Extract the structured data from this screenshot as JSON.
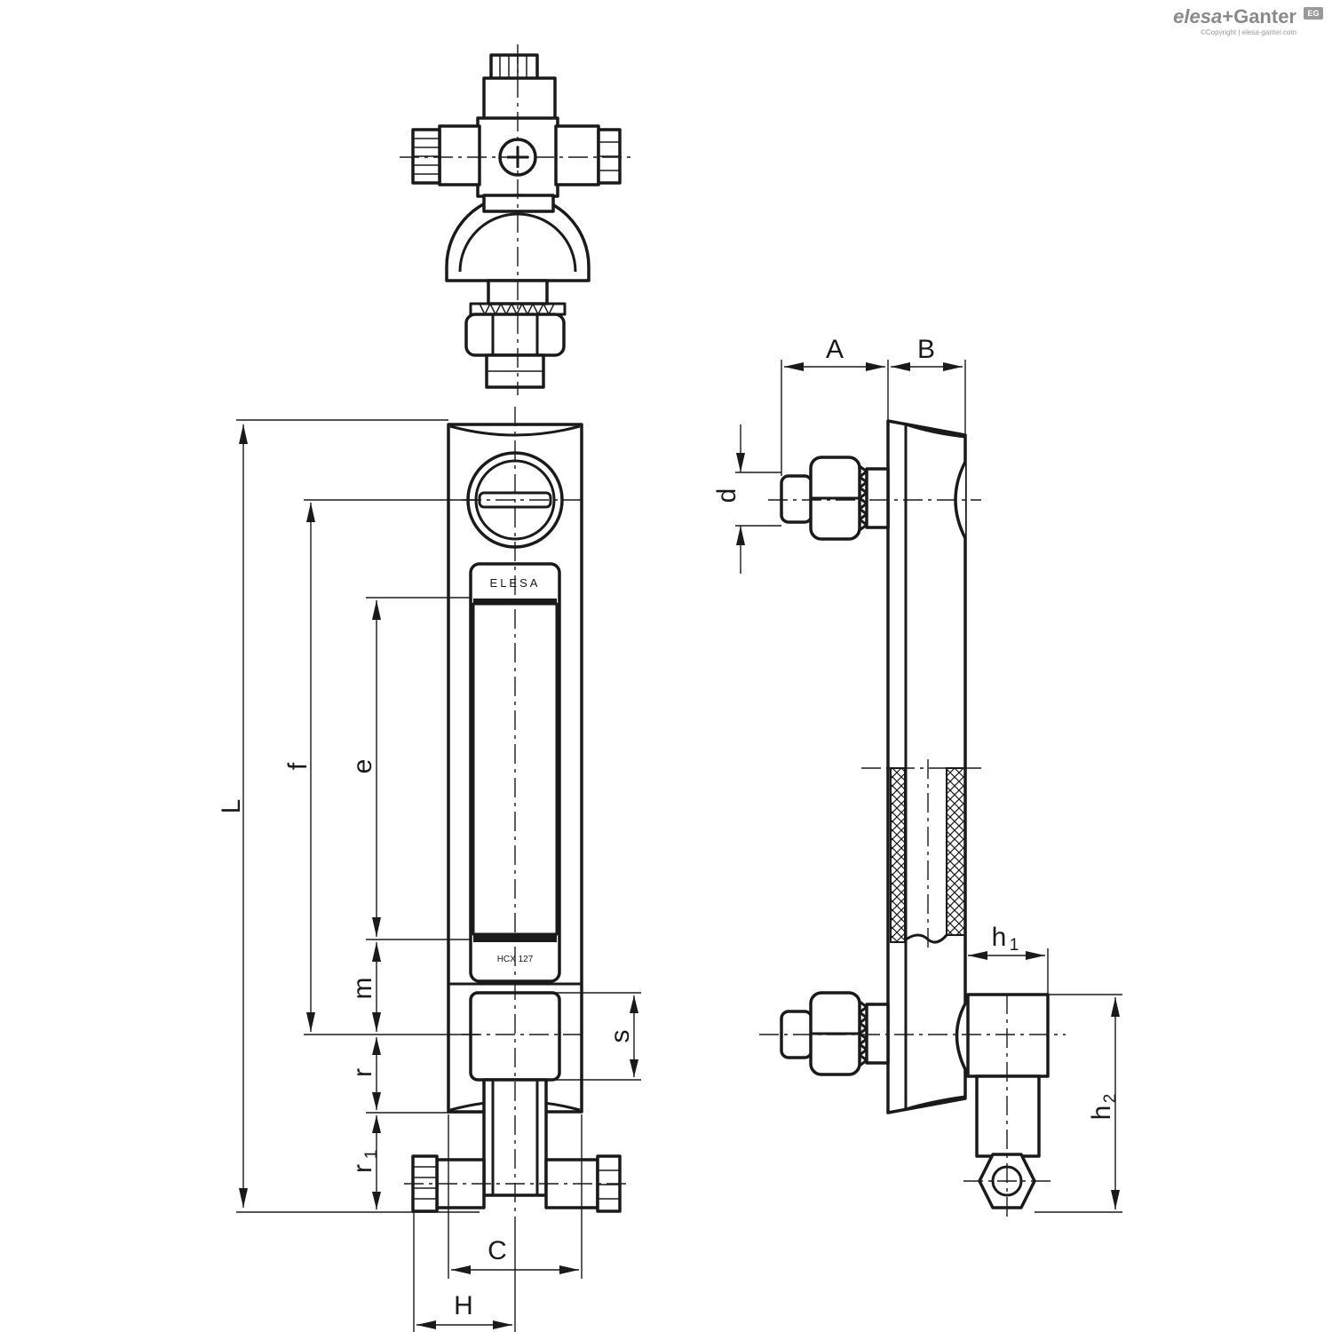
{
  "logo": {
    "brand_part1": "elesa",
    "brand_part2": "+Ganter",
    "copyright": "©Copyright | elesa-ganter.com",
    "mark": "EG"
  },
  "product": {
    "window_label": "ELESA",
    "code_label": "HCX   127"
  },
  "dimensions": {
    "A": "A",
    "B": "B",
    "d": "d",
    "L": "L",
    "f": "f",
    "e": "e",
    "m": "m",
    "r": "r",
    "r1_main": "r",
    "r1_sub": "1",
    "s": "s",
    "C": "C",
    "H": "H",
    "h1_main": "h",
    "h1_sub": "1",
    "h2_main": "h",
    "h2_sub": "2"
  }
}
